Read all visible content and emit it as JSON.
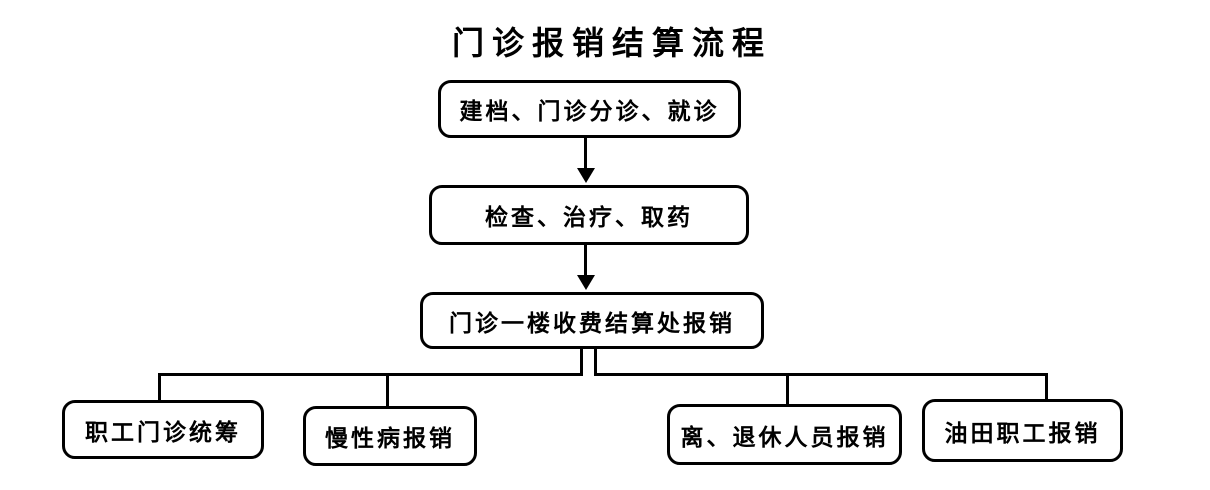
{
  "title": "门诊报销结算流程",
  "flow": {
    "step1": "建档、门诊分诊、就诊",
    "step2": "检查、治疗、取药",
    "step3": "门诊一楼收费结算处报销",
    "branches": [
      "职工门诊统筹",
      "慢性病报销",
      "离、退休人员报销",
      "油田职工报销"
    ]
  },
  "colors": {
    "background": "#ffffff",
    "line": "#000000",
    "text": "#000000"
  }
}
